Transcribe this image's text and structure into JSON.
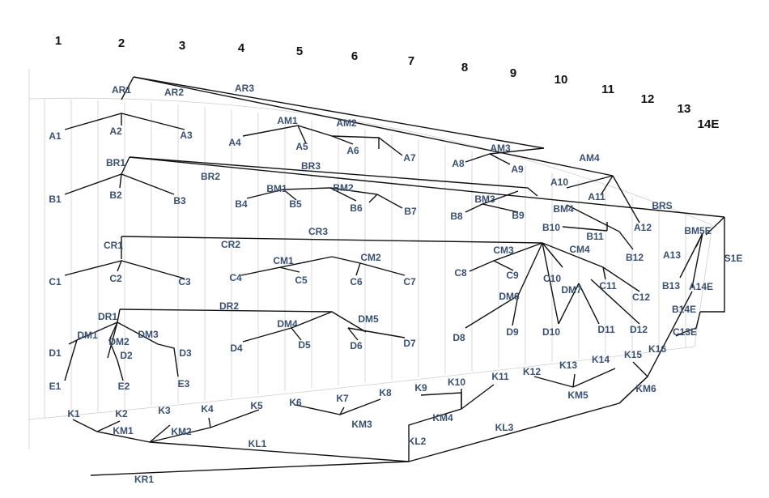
{
  "diagram": {
    "column_numbers": [
      "1",
      "2",
      "3",
      "4",
      "5",
      "6",
      "7",
      "8",
      "9",
      "10",
      "11",
      "12",
      "13",
      "14E"
    ],
    "labels": {
      "AR1": "AR1",
      "AR2": "AR2",
      "AR3": "AR3",
      "A1": "A1",
      "A2": "A2",
      "A3": "A3",
      "A4": "A4",
      "A5": "A5",
      "A6": "A6",
      "A7": "A7",
      "A8": "A8",
      "A9": "A9",
      "A10": "A10",
      "A11": "A11",
      "A12": "A12",
      "A13": "A13",
      "A14E": "A14E",
      "AM1": "AM1",
      "AM2": "AM2",
      "AM3": "AM3",
      "AM4": "AM4",
      "BR1": "BR1",
      "BR2": "BR2",
      "BR3": "BR3",
      "BRS": "BRS",
      "B1": "B1",
      "B2": "B2",
      "B3": "B3",
      "B4": "B4",
      "B5": "B5",
      "B6": "B6",
      "B7": "B7",
      "B8": "B8",
      "B9": "B9",
      "B10": "B10",
      "B11": "B11",
      "B12": "B12",
      "B13": "B13",
      "B14E": "B14E",
      "BM1": "BM1",
      "BM2": "BM2",
      "BM3": "BM3",
      "BM4": "BM4",
      "BM5E": "BM5E",
      "S1E": "S1E",
      "CR1": "CR1",
      "CR2": "CR2",
      "CR3": "CR3",
      "C1": "C1",
      "C2": "C2",
      "C3": "C3",
      "C4": "C4",
      "C5": "C5",
      "C6": "C6",
      "C7": "C7",
      "C8": "C8",
      "C9": "C9",
      "C10": "C10",
      "C11": "C11",
      "C12": "C12",
      "C13E": "C13E",
      "CM1": "CM1",
      "CM2": "CM2",
      "CM3": "CM3",
      "CM4": "CM4",
      "DR1": "DR1",
      "DR2": "DR2",
      "D1": "D1",
      "D2": "D2",
      "D3": "D3",
      "D4": "D4",
      "D5": "D5",
      "D6": "D6",
      "D7": "D7",
      "D8": "D8",
      "D9": "D9",
      "D10": "D10",
      "D11": "D11",
      "D12": "D12",
      "DM1": "DM1",
      "DM2": "DM2",
      "DM3": "DM3",
      "DM4": "DM4",
      "DM5": "DM5",
      "DM6": "DM6",
      "DM7": "DM7",
      "E1": "E1",
      "E2": "E2",
      "E3": "E3",
      "K1": "K1",
      "K2": "K2",
      "K3": "K3",
      "K4": "K4",
      "K5": "K5",
      "K6": "K6",
      "K7": "K7",
      "K8": "K8",
      "K9": "K9",
      "K10": "K10",
      "K11": "K11",
      "K12": "K12",
      "K13": "K13",
      "K14": "K14",
      "K15": "K15",
      "K16": "K16",
      "KM1": "KM1",
      "KM2": "KM2",
      "KM3": "KM3",
      "KM4": "KM4",
      "KM5": "KM5",
      "KM6": "KM6",
      "KL1": "KL1",
      "KL2": "KL2",
      "KL3": "KL3",
      "KR1": "KR1"
    },
    "colors": {
      "label": "#3a5070",
      "line": "#111111",
      "grid": "#cfcfcf",
      "number": "#111111"
    }
  }
}
